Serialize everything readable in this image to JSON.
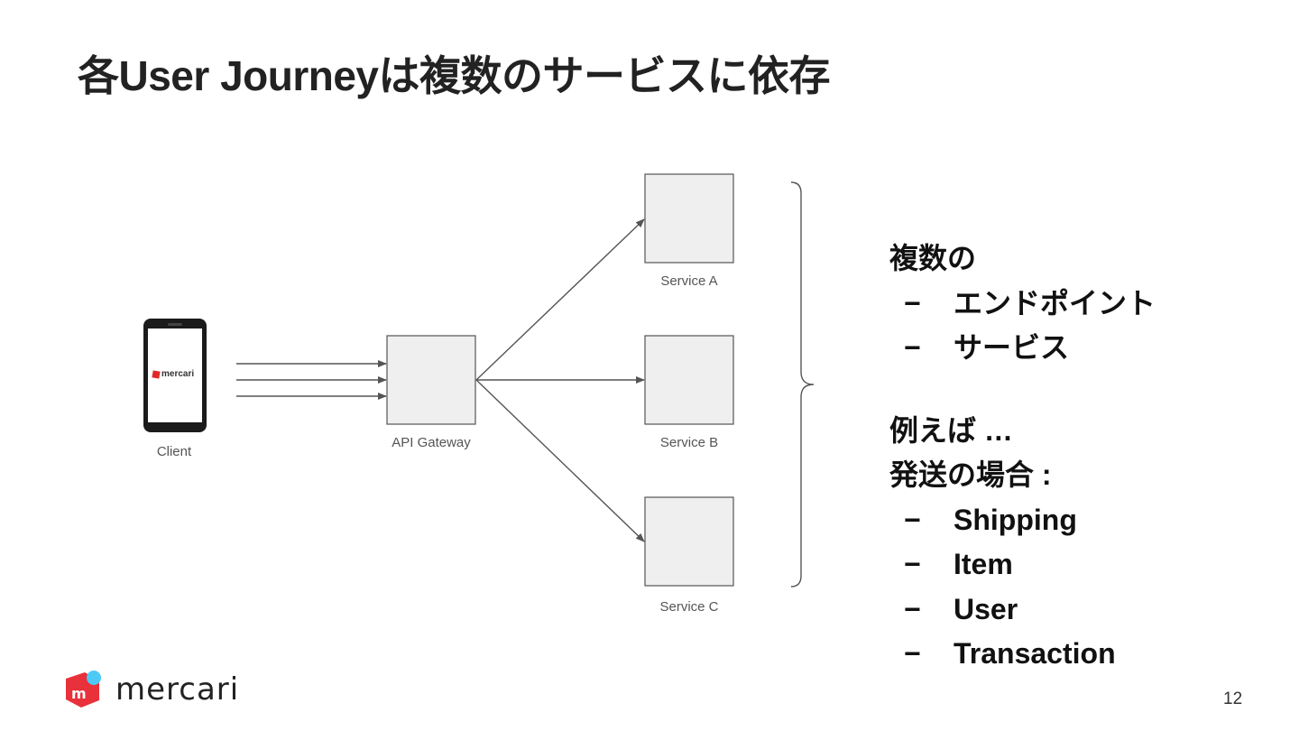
{
  "title": "各User Journeyは複数のサービスに依存",
  "diagram": {
    "client_label": "Client",
    "client_screen_brand": "mercari",
    "gateway_label": "API Gateway",
    "services": [
      {
        "label": "Service A"
      },
      {
        "label": "Service B"
      },
      {
        "label": "Service C"
      }
    ]
  },
  "right_panel": {
    "heading": "複数の",
    "heading_items": [
      "エンドポイント",
      "サービス"
    ],
    "example_intro": "例えば …",
    "example_heading": "発送の場合 :",
    "example_items": [
      "Shipping",
      "Item",
      "User",
      "Transaction"
    ],
    "dash": "−"
  },
  "footer": {
    "brand": "mercari",
    "page_number": "12"
  },
  "colors": {
    "brand_red": "#e8313a",
    "brand_blue": "#4dc9f6",
    "box_fill": "#efefef",
    "box_stroke": "#555555",
    "arrow": "#555555"
  }
}
